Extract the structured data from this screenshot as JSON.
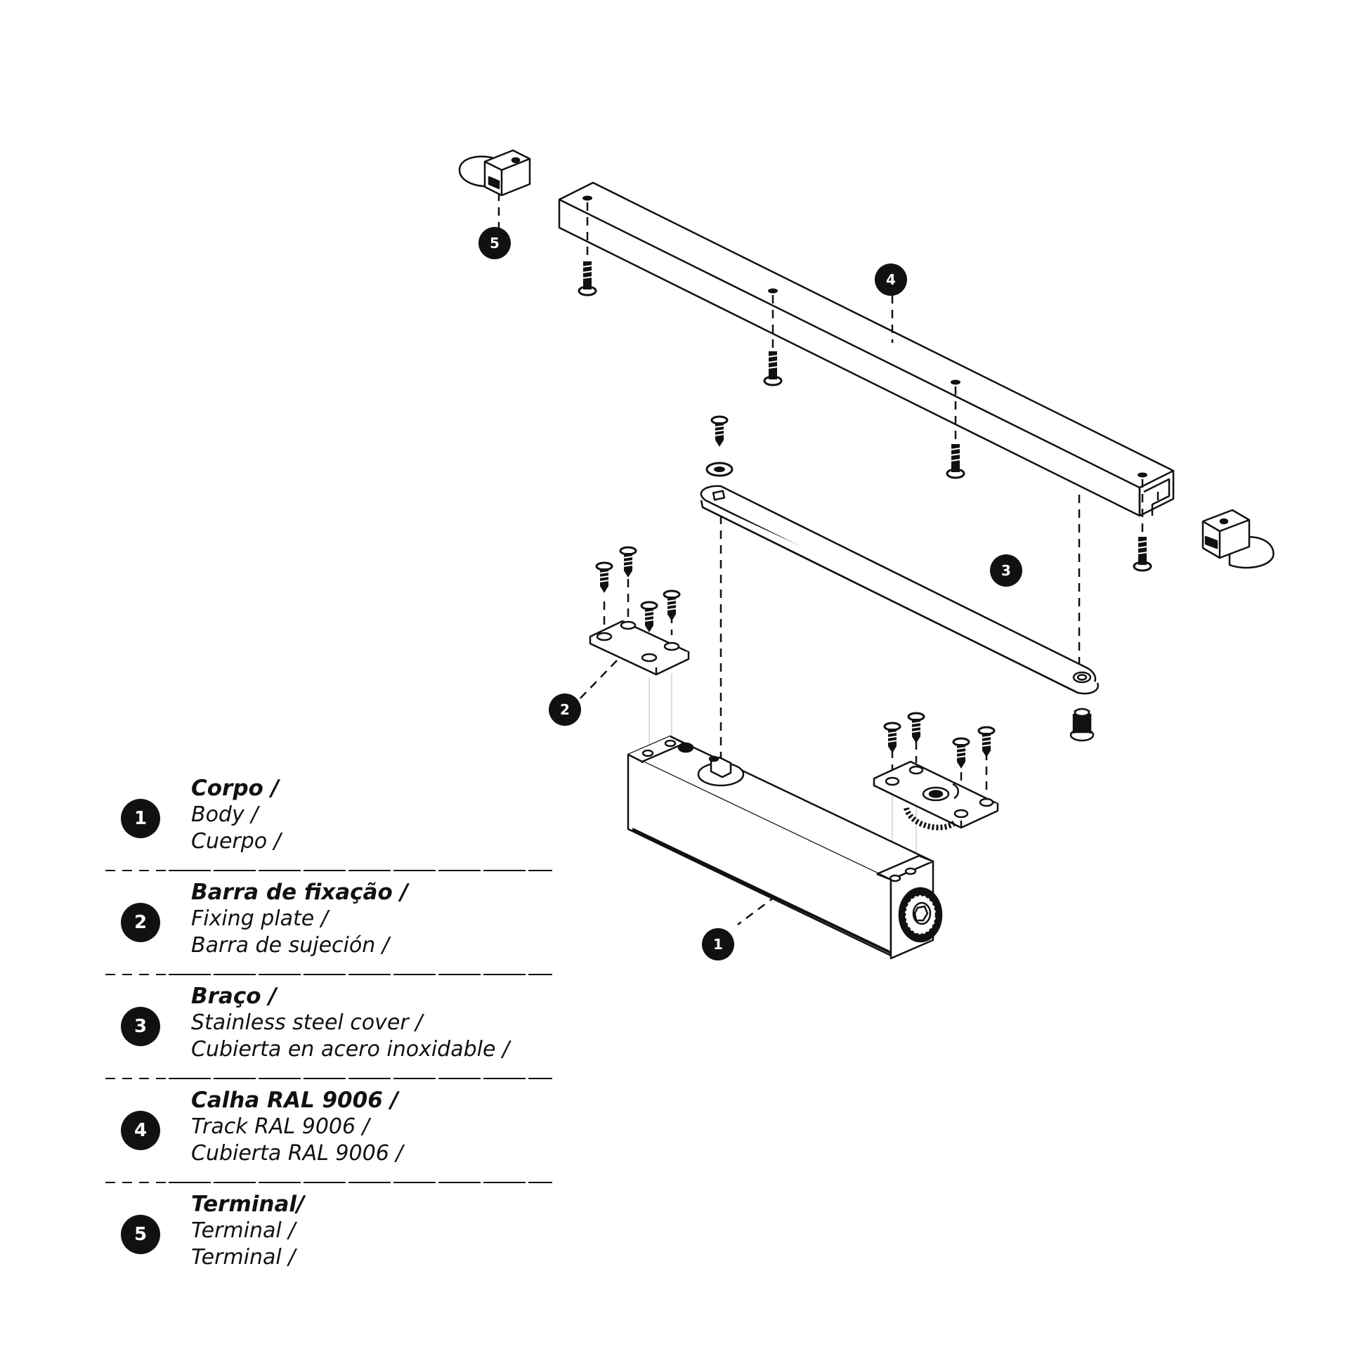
{
  "callouts": [
    "1",
    "2",
    "3",
    "4",
    "5"
  ],
  "legend": [
    {
      "number": "1",
      "primary": "Corpo /",
      "secondary": "Body /",
      "tertiary": "Cuerpo /"
    },
    {
      "number": "2",
      "primary": "Barra de fixação /",
      "secondary": "Fixing plate /",
      "tertiary": "Barra de sujeción /"
    },
    {
      "number": "3",
      "primary": "Braço /",
      "secondary": "Stainless steel cover /",
      "tertiary": "Cubierta en acero inoxidable /"
    },
    {
      "number": "4",
      "primary": "Calha RAL 9006 /",
      "secondary": "Track RAL 9006 /",
      "tertiary": "Cubierta RAL 9006 /"
    },
    {
      "number": "5",
      "primary": "Terminal/",
      "secondary": "Terminal /",
      "tertiary": "Terminal /"
    }
  ],
  "colors": {
    "ink": "#111111",
    "background": "#ffffff"
  }
}
